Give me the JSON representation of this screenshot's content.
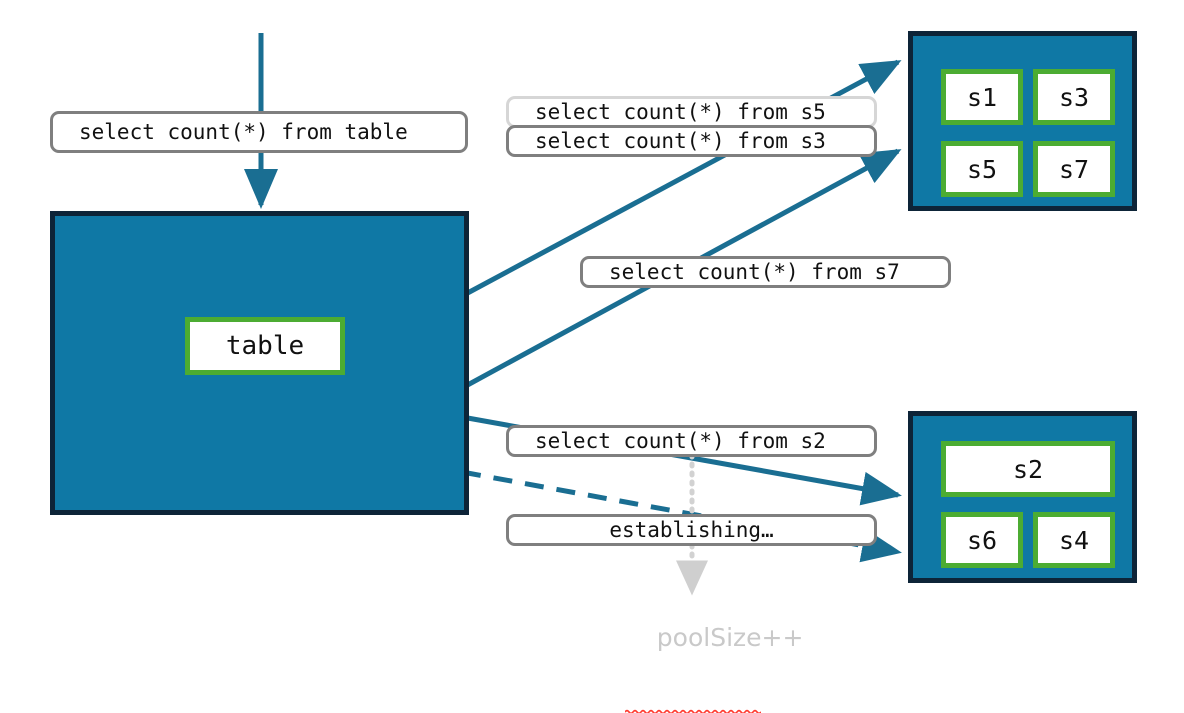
{
  "diagram": {
    "title": "connection-pool-query-routing",
    "colors": {
      "block_fill": "#0F78A5",
      "block_border": "#0D2438",
      "session_border": "#4CAC32",
      "pill_border": "#7F7F7F",
      "pill_border_faded": "#D6D6D6",
      "arrow": "#1A6E92",
      "ghost_text": "#C9C9C9",
      "squiggle": "#FF3B30"
    },
    "entry_query": {
      "label": "select count(*) from table"
    },
    "table_block": {
      "name": "table",
      "label": "table"
    },
    "query_pills": [
      {
        "id": "q-s5",
        "label": "select count(*) from s5",
        "style": "faded"
      },
      {
        "id": "q-s3",
        "label": "select count(*) from s3",
        "style": "normal"
      },
      {
        "id": "q-s7",
        "label": "select count(*) from s7",
        "style": "normal"
      },
      {
        "id": "q-s2",
        "label": "select count(*) from s2",
        "style": "normal"
      },
      {
        "id": "q-establishing",
        "label": "establishing…",
        "style": "normal"
      }
    ],
    "pool_note": {
      "label": "poolSize++"
    },
    "server_top": {
      "name": "server-pool-top",
      "sessions": [
        {
          "label": "s1"
        },
        {
          "label": "s3"
        },
        {
          "label": "s5"
        },
        {
          "label": "s7"
        }
      ]
    },
    "server_bottom": {
      "name": "server-pool-bottom",
      "sessions": [
        {
          "label": "s2"
        },
        {
          "label": "s6"
        },
        {
          "label": "s4"
        }
      ]
    }
  }
}
